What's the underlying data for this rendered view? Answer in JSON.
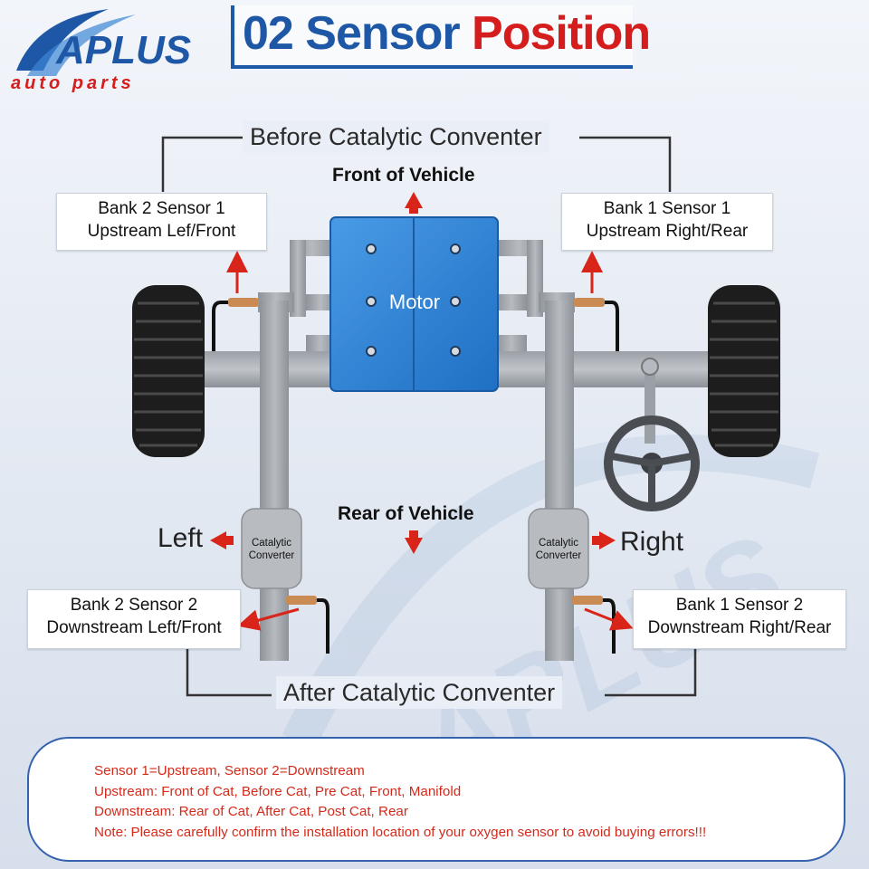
{
  "brand": {
    "name": "APLUS",
    "tagline": "auto parts",
    "colors": {
      "blue": "#1d57a5",
      "red": "#d51d1d"
    }
  },
  "title": {
    "part1": "02 Sensor",
    "part2": "Position"
  },
  "brackets": {
    "before": "Before Catalytic Conventer",
    "after": "After Catalytic Conventer"
  },
  "directions": {
    "front": "Front of Vehicle",
    "rear": "Rear of Vehicle",
    "left": "Left",
    "right": "Right"
  },
  "engine_label": "Motor",
  "converters": {
    "left": {
      "line1": "Catalytic",
      "line2": "Converter"
    },
    "right": {
      "line1": "Catalytic",
      "line2": "Converter"
    }
  },
  "sensors": {
    "b2s1": {
      "line1": "Bank 2 Sensor 1",
      "line2": "Upstream Lef/Front"
    },
    "b1s1": {
      "line1": "Bank 1 Sensor 1",
      "line2": "Upstream Right/Rear"
    },
    "b2s2": {
      "line1": "Bank 2 Sensor 2",
      "line2": "Downstream Left/Front"
    },
    "b1s2": {
      "line1": "Bank 1 Sensor 2",
      "line2": "Downstream Right/Rear"
    }
  },
  "notes": [
    "Sensor 1=Upstream, Sensor 2=Downstream",
    "Upstream: Front of Cat, Before Cat, Pre Cat, Front, Manifold",
    "Downstream: Rear of Cat, After Cat, Post Cat, Rear",
    "Note: Please carefully confirm the installation location of your oxygen sensor to avoid buying errors!!!"
  ],
  "accent_colors": {
    "arrow": "#d9241a",
    "engine": "#2f86d8",
    "pipe": "#a3a8ae",
    "note_border": "#3562ad"
  }
}
